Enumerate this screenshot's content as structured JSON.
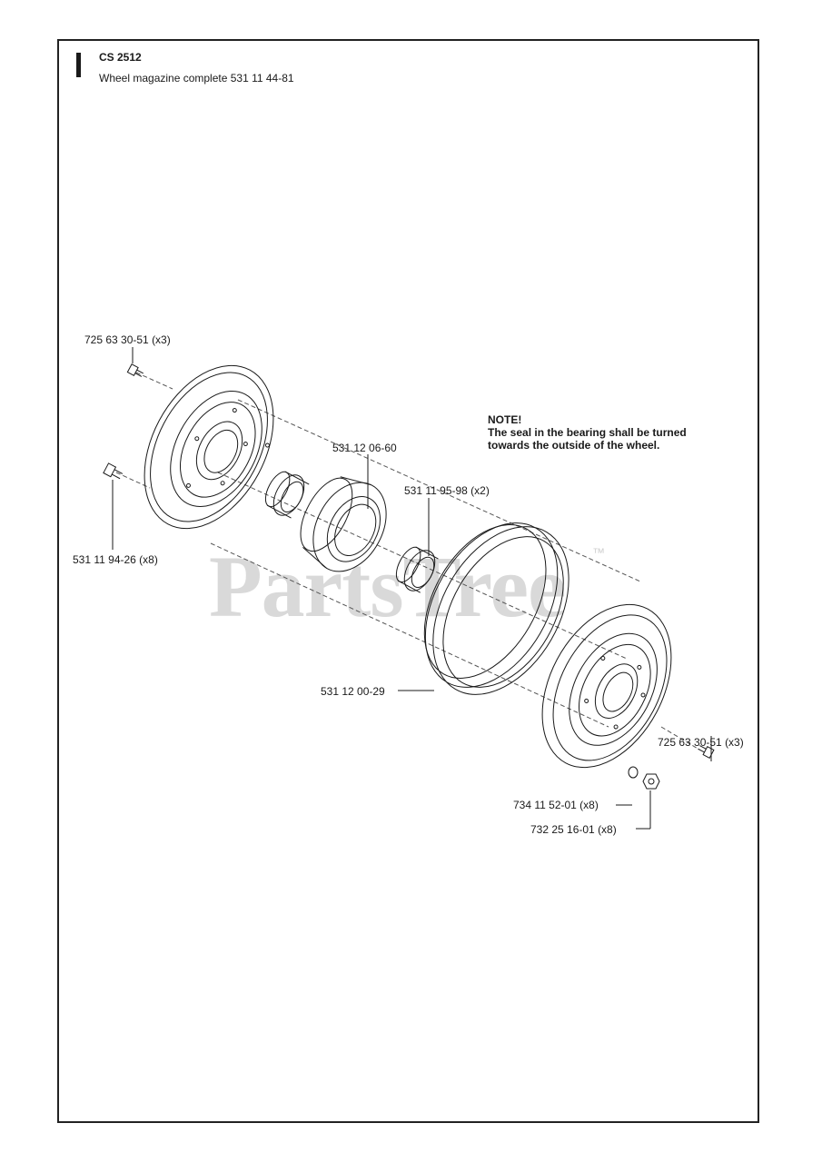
{
  "header": {
    "model": "CS 2512",
    "assembly": "Wheel magazine complete 531 11 44-81"
  },
  "note": {
    "title": "NOTE!",
    "line1": "The seal in the bearing shall be turned",
    "line2": "towards the outside of the wheel."
  },
  "parts": {
    "screw_top_left": "725 63 30-51 (x3)",
    "bolt_left": "531 11 94-26 (x8)",
    "hub": "531 12 06-60",
    "bearing": "531 11 95-98 (x2)",
    "tire": "531 12 00-29",
    "screw_right": "725 63 30-51 (x3)",
    "washer": "734 11 52-01 (x8)",
    "nut": "732 25 16-01 (x8)"
  },
  "watermark": {
    "text": "PartsTree",
    "tm": "™"
  }
}
